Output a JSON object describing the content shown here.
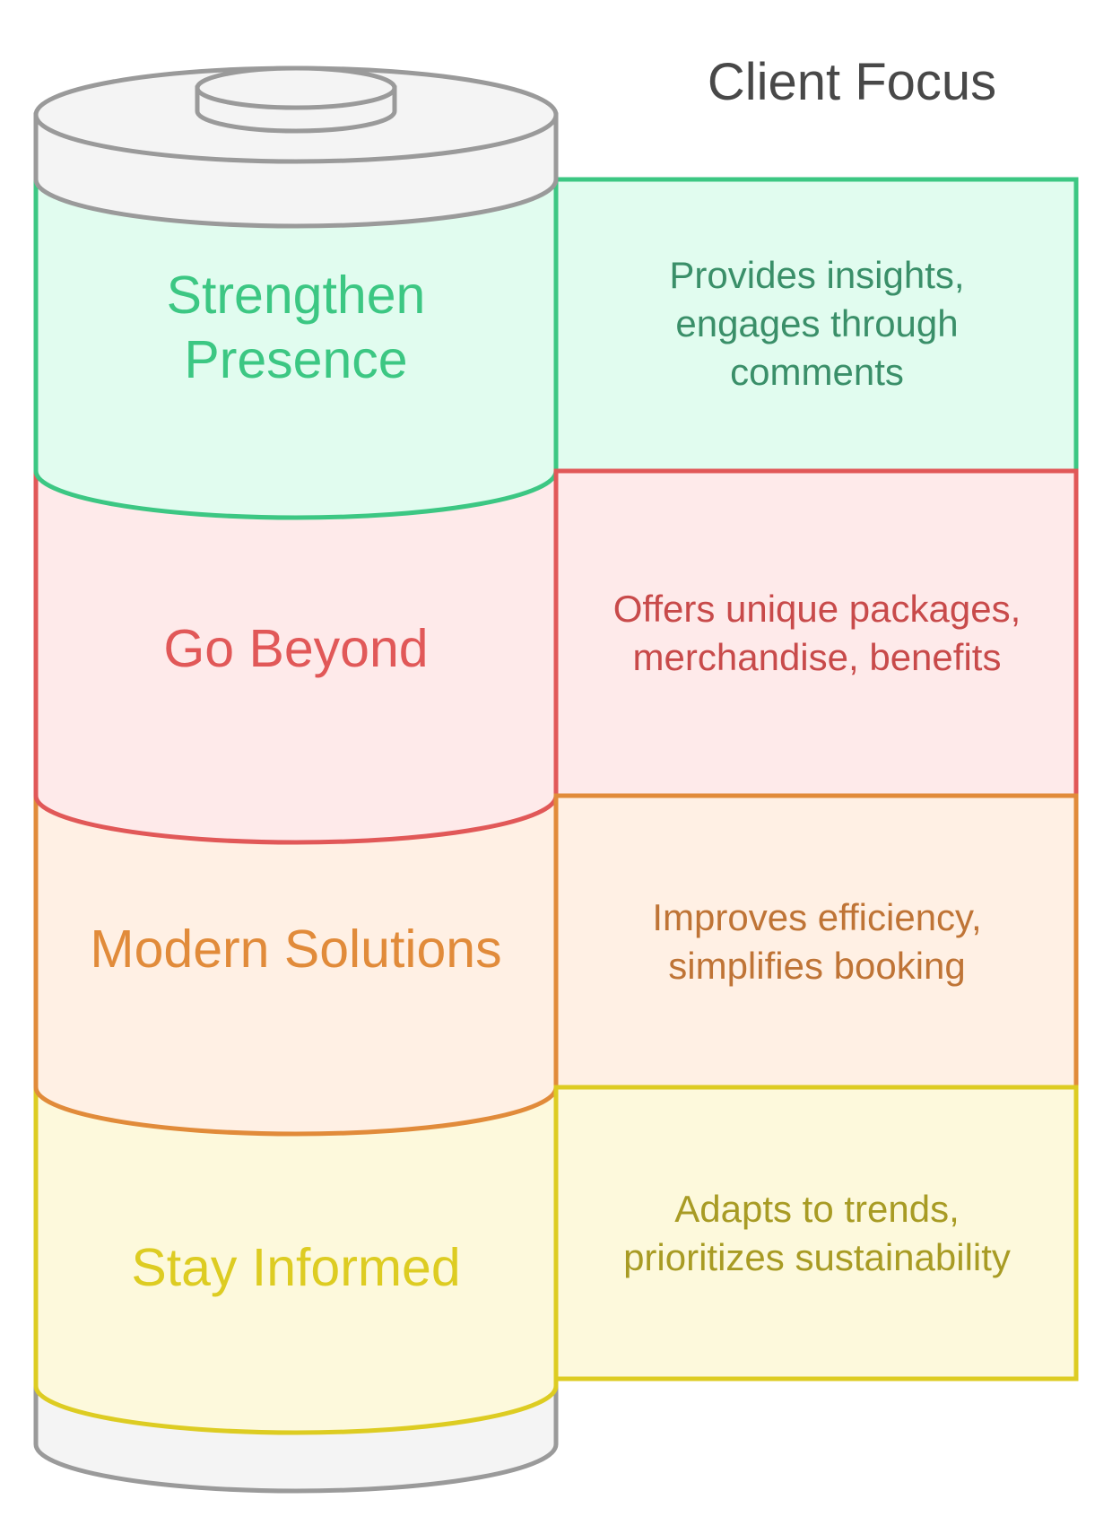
{
  "title": "Client Focus",
  "layers": [
    {
      "label": "Strengthen Presence",
      "description": "Provides insights, engages through comments",
      "stroke": "#3cc783",
      "fill": "#e1fcef",
      "text_color": "#3cc783",
      "desc_color": "#3a8f69"
    },
    {
      "label": "Go Beyond",
      "description": "Offers unique packages, merchandise, benefits",
      "stroke": "#e15858",
      "fill": "#feeaea",
      "text_color": "#e15858",
      "desc_color": "#c84a4a"
    },
    {
      "label": "Modern Solutions",
      "description": "Improves efficiency, simplifies booking",
      "stroke": "#e18b3a",
      "fill": "#fff0e4",
      "text_color": "#e18b3a",
      "desc_color": "#bf7436"
    },
    {
      "label": "Stay Informed",
      "description": "Adapts to trends, prioritizes sustainability",
      "stroke": "#ddcc22",
      "fill": "#fdf9dc",
      "text_color": "#ddcc22",
      "desc_color": "#a89b24"
    }
  ],
  "cylinder": {
    "stroke": "#9a9a9a",
    "fill": "#f4f4f4"
  }
}
